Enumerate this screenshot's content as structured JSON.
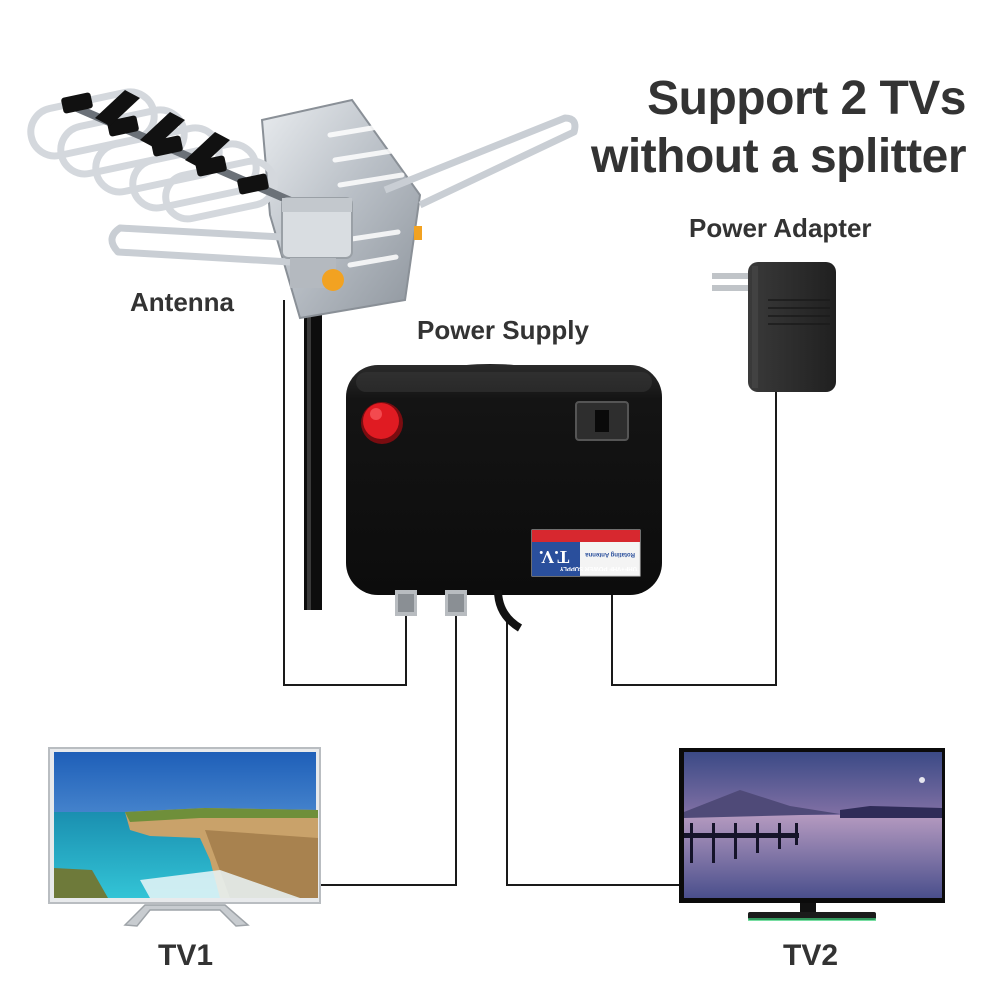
{
  "headline": {
    "line1": "Support 2 TVs",
    "line2": "without a splitter"
  },
  "labels": {
    "antenna": "Antenna",
    "power_supply": "Power Supply",
    "power_adapter": "Power Adapter",
    "tv1": "TV1",
    "tv2": "TV2"
  },
  "device_label": {
    "brand": "T.V.",
    "line1": "UHF+VHF POWER SUPPLY",
    "line2": "Rotating Antenna"
  },
  "colors": {
    "text": "#333333",
    "wire": "#1a1a1a",
    "device_body": "#121212",
    "power_button": "#e01b22",
    "label_red": "#d7282f",
    "label_blue": "#2a4f9c"
  }
}
